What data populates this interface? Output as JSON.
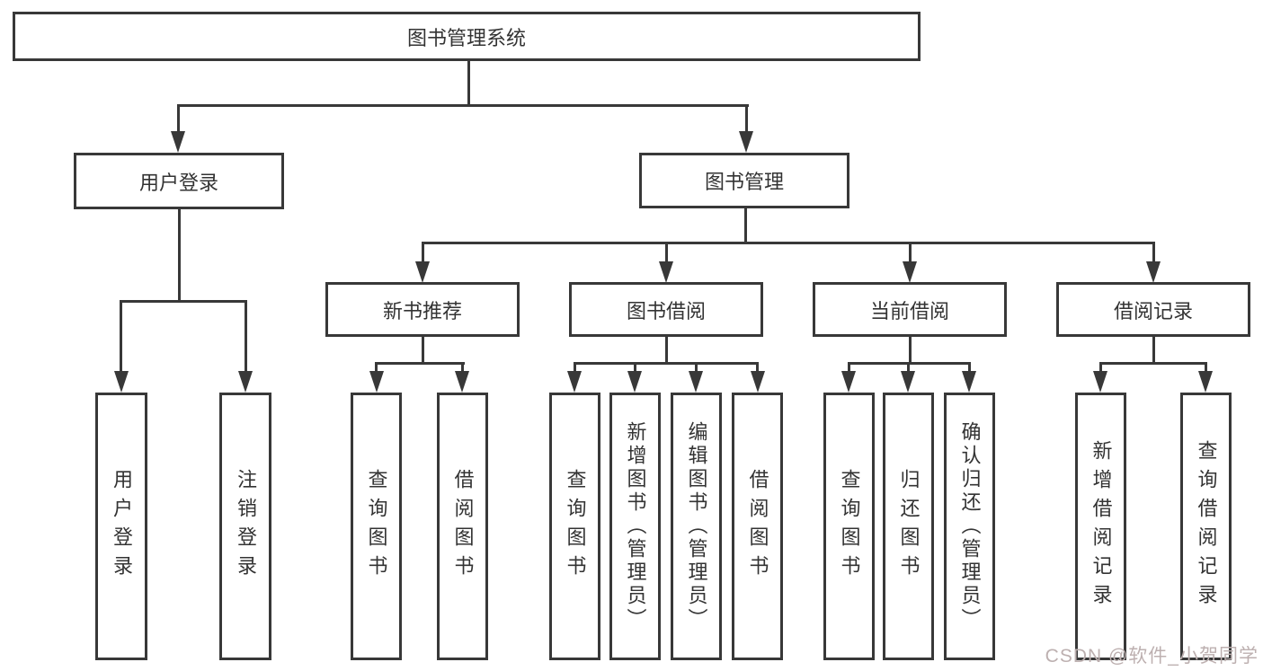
{
  "diagram_title": "图书管理系统",
  "nodes": {
    "root": "图书管理系统",
    "branches": [
      {
        "label": "用户登录",
        "leaves": [
          "用户登录",
          "注销登录"
        ]
      },
      {
        "label": "图书管理",
        "sections": [
          {
            "label": "新书推荐",
            "leaves": [
              "查询图书",
              "借阅图书"
            ]
          },
          {
            "label": "图书借阅",
            "leaves": [
              "查询图书",
              "新增图书（管理员）",
              "编辑图书（管理员）",
              "借阅图书"
            ]
          },
          {
            "label": "当前借阅",
            "leaves": [
              "查询图书",
              "归还图书",
              "确认归还（管理员）"
            ]
          },
          {
            "label": "借阅记录",
            "leaves": [
              "新增借阅记录",
              "查询借阅记录"
            ]
          }
        ]
      }
    ]
  },
  "watermark": {
    "text": "CSDN @软件_小贺同学"
  },
  "colors": {
    "line": "#383838",
    "text": "#333333",
    "background": "#ffffff",
    "watermark": "#bdb0b0"
  }
}
